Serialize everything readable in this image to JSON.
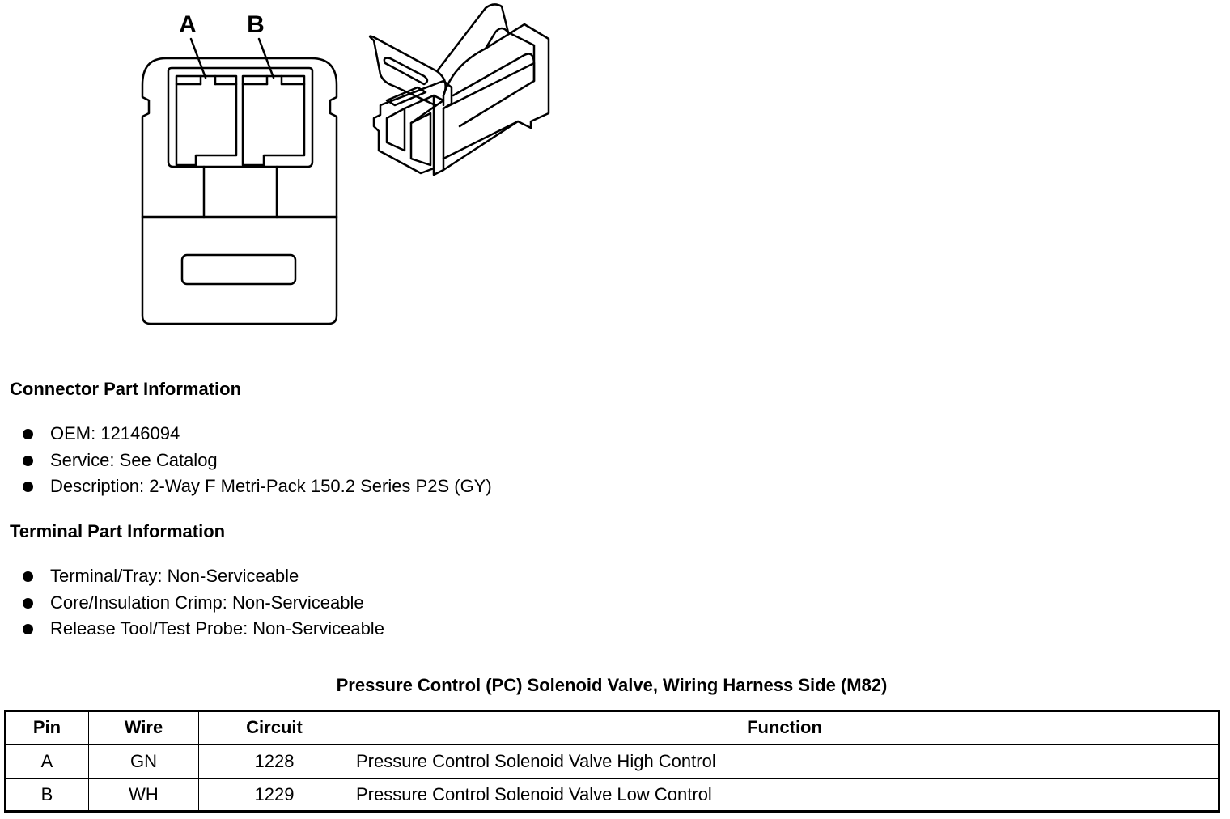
{
  "diagram": {
    "pin_labels": [
      "A",
      "B"
    ]
  },
  "connector": {
    "title": "Connector Part Information",
    "items": [
      "OEM: 12146094",
      "Service: See Catalog",
      "Description: 2-Way F Metri-Pack 150.2 Series P2S (GY)"
    ]
  },
  "terminal": {
    "title": "Terminal Part Information",
    "items": [
      "Terminal/Tray: Non-Serviceable",
      "Core/Insulation Crimp: Non-Serviceable",
      "Release Tool/Test Probe: Non-Serviceable"
    ]
  },
  "table": {
    "title": "Pressure Control (PC) Solenoid Valve, Wiring Harness Side (M82)",
    "headers": [
      "Pin",
      "Wire",
      "Circuit",
      "Function"
    ],
    "rows": [
      [
        "A",
        "GN",
        "1228",
        "Pressure Control Solenoid Valve High Control"
      ],
      [
        "B",
        "WH",
        "1229",
        "Pressure Control Solenoid Valve Low Control"
      ]
    ]
  }
}
